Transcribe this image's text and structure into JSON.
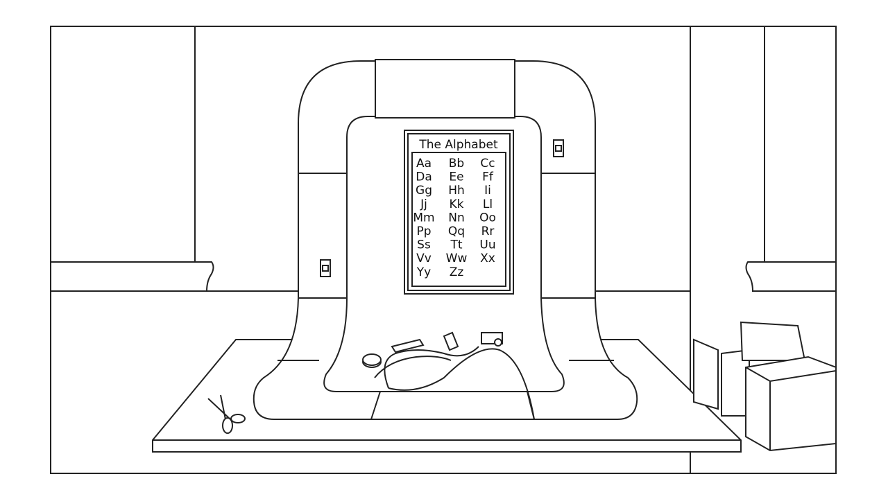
{
  "poster": {
    "title": "The Alphabet",
    "letters": [
      [
        "Aa",
        "Bb",
        "Cc"
      ],
      [
        "Da",
        "Ee",
        "Ff"
      ],
      [
        "Gg",
        "Hh",
        "Ii"
      ],
      [
        "Jj",
        "Kk",
        "Ll"
      ],
      [
        "Mm",
        "Nn",
        "Oo"
      ],
      [
        "Pp",
        "Qq",
        "Rr"
      ],
      [
        "Ss",
        "Tt",
        "Uu"
      ],
      [
        "Vv",
        "Ww",
        "Xx"
      ],
      [
        "Yy",
        "Zz",
        ""
      ]
    ]
  }
}
